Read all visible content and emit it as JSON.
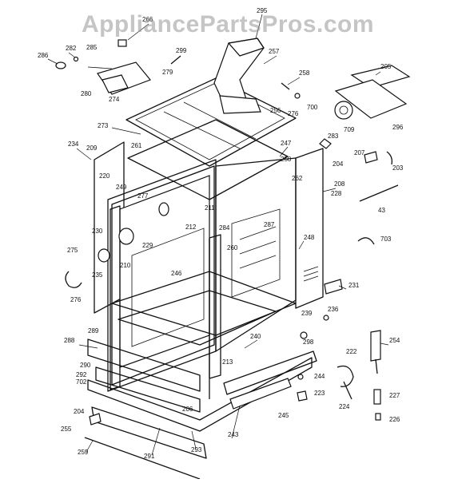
{
  "watermark": "AppliancePartsPros.com",
  "callouts": [
    {
      "id": "295"
    },
    {
      "id": "266"
    },
    {
      "id": "286"
    },
    {
      "id": "282"
    },
    {
      "id": "285"
    },
    {
      "id": "299"
    },
    {
      "id": "257"
    },
    {
      "id": "205"
    },
    {
      "id": "280"
    },
    {
      "id": "274"
    },
    {
      "id": "279"
    },
    {
      "id": "258"
    },
    {
      "id": "700"
    },
    {
      "id": "256"
    },
    {
      "id": "276"
    },
    {
      "id": "709"
    },
    {
      "id": "296"
    },
    {
      "id": "273"
    },
    {
      "id": "234"
    },
    {
      "id": "209"
    },
    {
      "id": "261"
    },
    {
      "id": "247"
    },
    {
      "id": "283"
    },
    {
      "id": "250"
    },
    {
      "id": "207"
    },
    {
      "id": "204"
    },
    {
      "id": "203"
    },
    {
      "id": "220"
    },
    {
      "id": "249"
    },
    {
      "id": "277"
    },
    {
      "id": "262"
    },
    {
      "id": "208"
    },
    {
      "id": "228"
    },
    {
      "id": "211"
    },
    {
      "id": "43"
    },
    {
      "id": "230"
    },
    {
      "id": "212"
    },
    {
      "id": "284"
    },
    {
      "id": "287"
    },
    {
      "id": "248"
    },
    {
      "id": "229"
    },
    {
      "id": "703"
    },
    {
      "id": "275"
    },
    {
      "id": "260"
    },
    {
      "id": "210"
    },
    {
      "id": "246"
    },
    {
      "id": "235"
    },
    {
      "id": "231"
    },
    {
      "id": "276"
    },
    {
      "id": "236"
    },
    {
      "id": "239"
    },
    {
      "id": "289"
    },
    {
      "id": "240"
    },
    {
      "id": "298"
    },
    {
      "id": "254"
    },
    {
      "id": "288"
    },
    {
      "id": "222"
    },
    {
      "id": "290"
    },
    {
      "id": "213"
    },
    {
      "id": "292"
    },
    {
      "id": "244"
    },
    {
      "id": "702"
    },
    {
      "id": "223"
    },
    {
      "id": "227"
    },
    {
      "id": "206"
    },
    {
      "id": "204"
    },
    {
      "id": "224"
    },
    {
      "id": "245"
    },
    {
      "id": "226"
    },
    {
      "id": "255"
    },
    {
      "id": "243"
    },
    {
      "id": "259"
    },
    {
      "id": "291"
    },
    {
      "id": "293"
    }
  ]
}
